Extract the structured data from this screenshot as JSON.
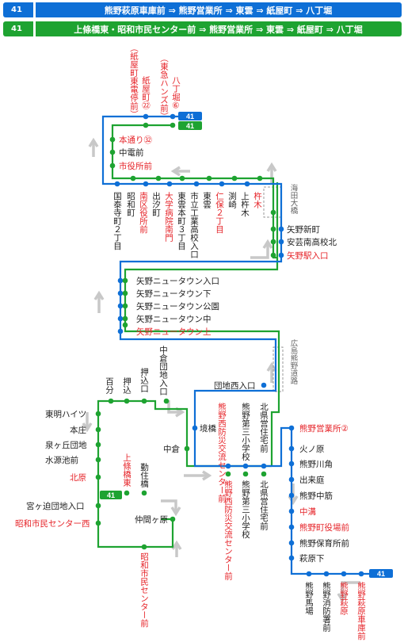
{
  "routes": [
    {
      "number": "41",
      "color": "#0e6fd6",
      "text": "熊野萩原車庫前 ⇒ 熊野営業所 ⇒ 東雲 ⇒ 紙屋町 ⇒ 八丁堀"
    },
    {
      "number": "41",
      "color": "#1ea331",
      "text": "上條橋東・昭和市民センター前 ⇒ 熊野営業所 ⇒ 東雲 ⇒ 紙屋町 ⇒ 八丁堀"
    }
  ],
  "badges": {
    "top_blue": "41",
    "top_green": "41",
    "mid_green": "41",
    "bottom_blue": "41"
  },
  "stops": {
    "hatchobori": "八丁堀⑥",
    "tokyu_hands": "（東急ハンズ前）",
    "kamiyacho": "紙屋町㉒",
    "kamiyacho_sub": "（紙屋町東電停前）",
    "hondori": "本通り㉜",
    "chudenmae": "中電前",
    "shiyakusho": "市役所前",
    "nakahiro": "国泰寺町２丁目",
    "showa": "昭和町",
    "minamiku": "南区役所前",
    "dedashio": "出汐町",
    "daigaku": "大学病院南門",
    "shinonome3": "東雲本町３丁目",
    "kogyo": "市立工業高校入口",
    "shinonome": "東雲",
    "niho": "仁保２丁目",
    "fuchizaki": "渕崎",
    "kamikuse": "上杵木",
    "kuse": "杵木",
    "yano_shinmachi": "矢野新町",
    "aki_minami": "安芸南高校北",
    "yano_eki": "矢野駅入口",
    "nt_iriguchi": "矢野ニュータウン入口",
    "nt_shita": "矢野ニュータウン下",
    "nt_koen": "矢野ニュータウン公園",
    "nt_naka": "矢野ニュータウン中",
    "nt_ue": "矢野ニュータウン上",
    "kaiden_ohashi": "海田大橋",
    "hiroshima_kumano": "広島熊野道路",
    "nakakura_danchi": "中倉団地入口",
    "oshikomi_iriguchi": "押込口",
    "oshikomi": "押込",
    "hyakuta": "百分",
    "danchi_nishi": "団地西入口",
    "higashi_akeheights": "東明ハイツ",
    "honjo": "本庄",
    "izumigaoka": "泉ヶ丘団地",
    "suigen": "水源池前",
    "kitahara": "北原",
    "miyagasako": "宮ヶ迫団地入口",
    "showa_center_w": "昭和市民センター西",
    "kamijo": "上條橋東",
    "kinjubashi": "勤住橋",
    "nakamagahara": "仲間ヶ原",
    "showa_center": "昭和市民センター前",
    "nakakura": "中倉",
    "sakaibashi": "境橋",
    "bosai": "熊野西防災交流センター前",
    "bosai_n": "熊野西防災交流センター前",
    "daisan": "熊野第三小学校",
    "daisan_n": "熊野第三小学校",
    "kitaken": "北県営住宅前",
    "kitaken_n": "北県営住宅前",
    "eigyosho": "熊野営業所②",
    "hinohara": "火ノ原",
    "kumano_kawakado": "熊野川角",
    "demachi": "出来庭",
    "kumano_nakasuji": "熊野中筋",
    "nakamizo": "中溝",
    "yakuba": "熊野町役場前",
    "hoiku": "熊野保育所前",
    "haharashita": "萩原下",
    "baba": "熊野馬場",
    "shobo": "熊野消防署前",
    "hagiwara": "熊野萩原",
    "shako": "熊野萩原車庫前"
  },
  "colors": {
    "blue": "#0e6fd6",
    "green": "#1ea331",
    "red": "#e6262b",
    "arrow": "#c8c8c8"
  }
}
